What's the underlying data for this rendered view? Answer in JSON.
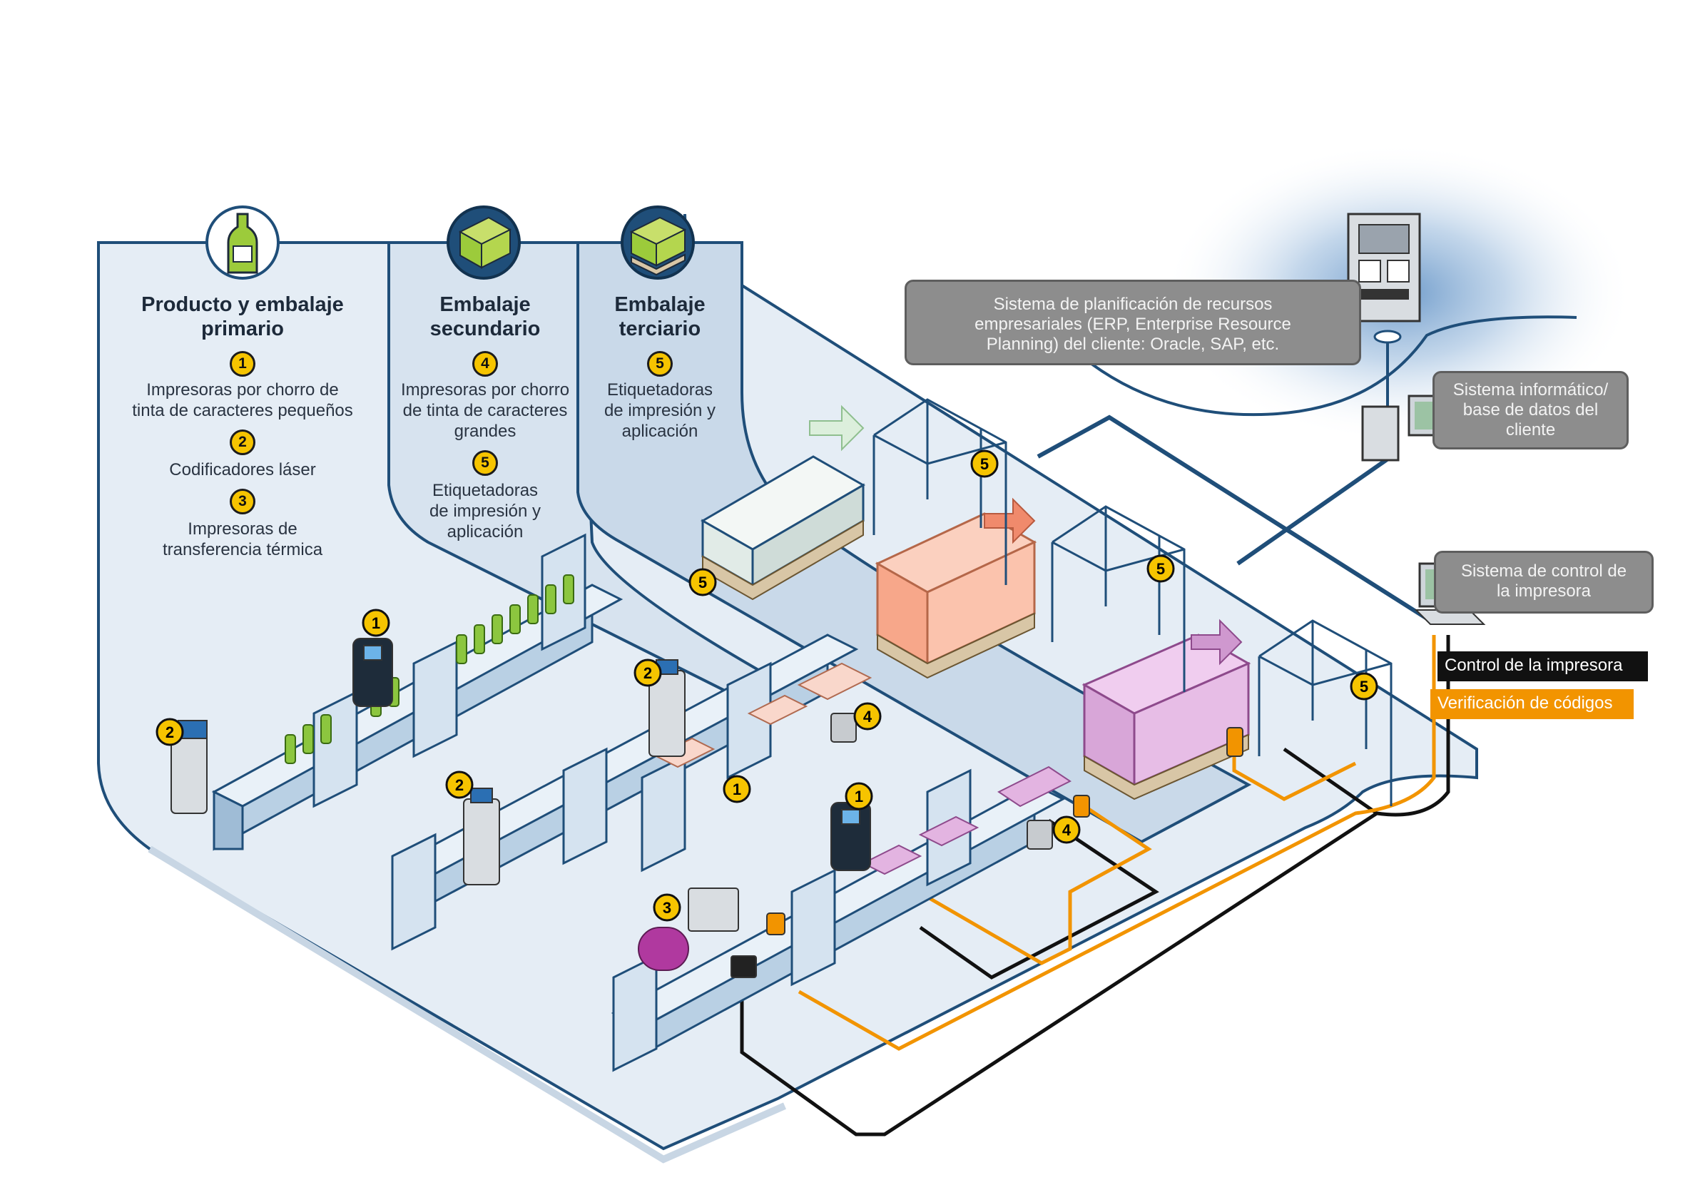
{
  "sections": [
    {
      "title": "Producto y embalaje primario",
      "icon": "bottle-icon",
      "items": [
        {
          "num": "1",
          "label": "Impresoras por chorro de tinta de caracteres pequeños"
        },
        {
          "num": "2",
          "label": "Codificadores láser"
        },
        {
          "num": "3",
          "label": "Impresoras de transferencia térmica"
        }
      ]
    },
    {
      "title": "Embalaje secundario",
      "icon": "box-icon",
      "items": [
        {
          "num": "4",
          "label": "Impresoras por chorro de tinta de caracteres grandes"
        },
        {
          "num": "5",
          "label": "Etiquetadoras de impresión y aplicación"
        }
      ]
    },
    {
      "title": "Embalaje terciario",
      "icon": "pallet-icon",
      "items": [
        {
          "num": "5",
          "label": "Etiquetadoras de impresión y aplicación"
        }
      ]
    }
  ],
  "systems": {
    "erp": "Sistema de planificación de recursos empresariales (ERP, Enterprise Resource Planning) del cliente: Oracle, SAP, etc.",
    "database": "Sistema informático/ base de datos del cliente",
    "printer_control": "Sistema de control de la impresora"
  },
  "legend": {
    "control": "Control de la impresora",
    "verification": "Verificación de códigos"
  },
  "markers": [
    "1",
    "1",
    "1",
    "2",
    "2",
    "2",
    "3",
    "4",
    "4",
    "5",
    "5",
    "5",
    "5"
  ],
  "colors": {
    "floor": "#e6eef6",
    "floor_edge": "#1f4e79",
    "network": "#1f4e79",
    "control_line": "#111111",
    "verification_line": "#f29400",
    "badge": "#f6c400",
    "pallet_white": "#f3f7f5",
    "pallet_orange": "#f7a78a",
    "pallet_purple": "#d8a6d8"
  }
}
